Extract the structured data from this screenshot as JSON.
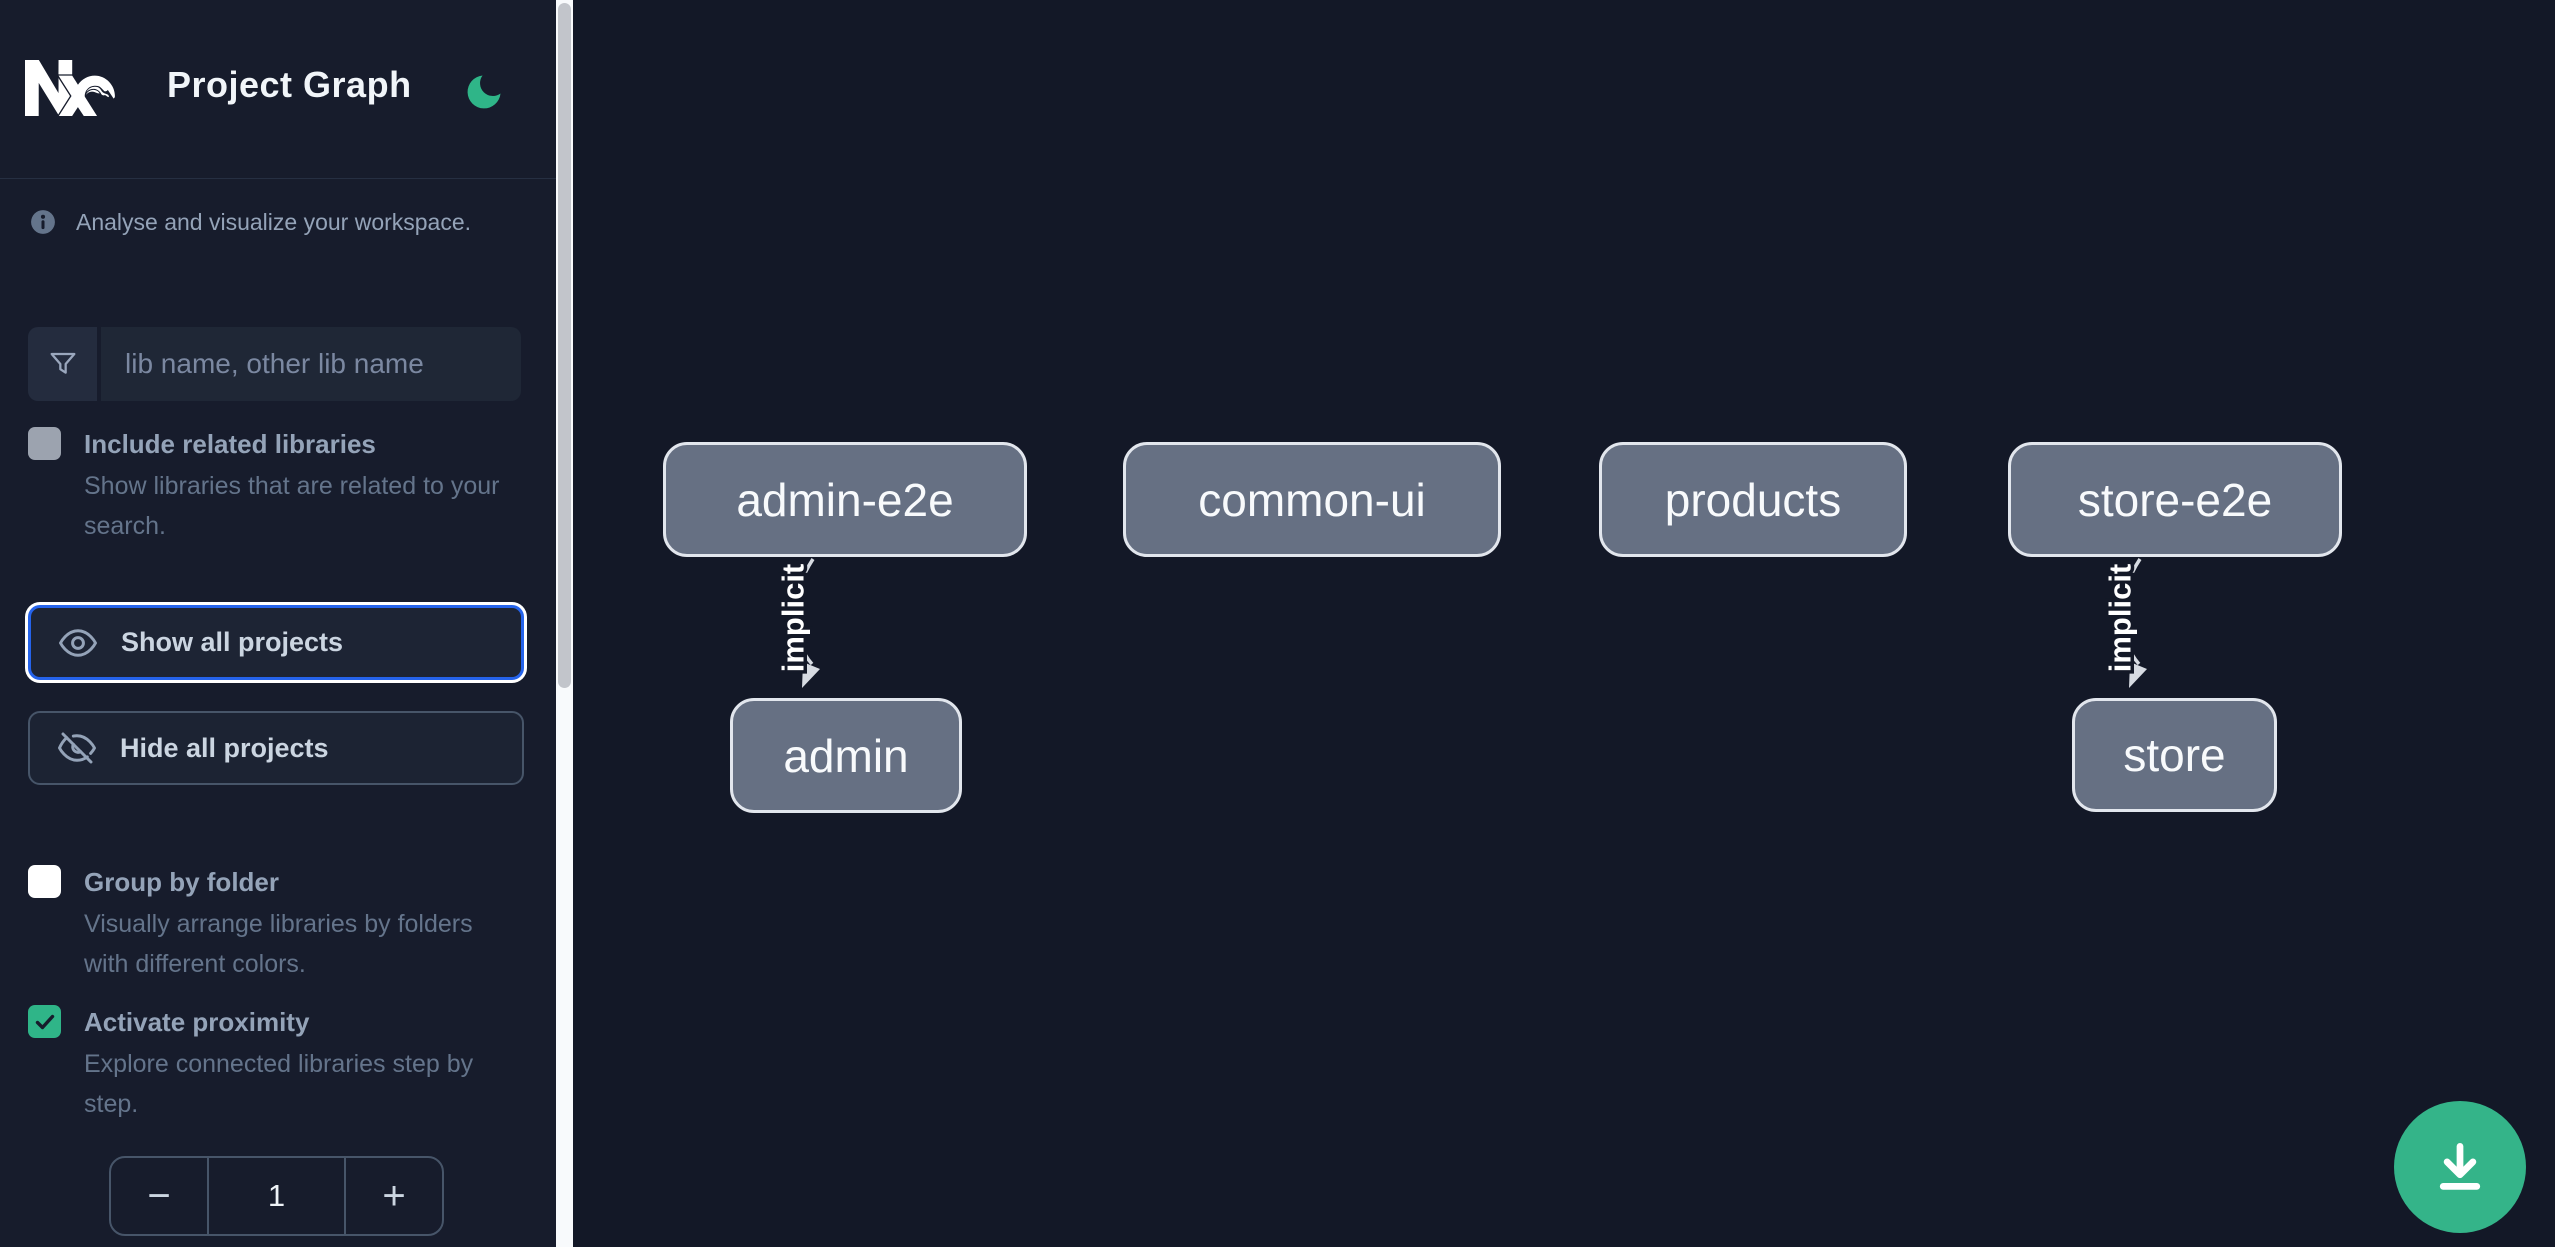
{
  "header": {
    "title": "Project Graph",
    "logo": "nx-logo",
    "theme_icon": "moon-icon"
  },
  "sidebar": {
    "info": {
      "text": "Analyse and visualize your workspace."
    },
    "search": {
      "placeholder": "lib name, other lib name",
      "value": ""
    },
    "include_related": {
      "label": "Include related libraries",
      "description": "Show libraries that are related to your search.",
      "checked": false
    },
    "show_all": {
      "label": "Show all projects"
    },
    "hide_all": {
      "label": "Hide all projects"
    },
    "group_by_folder": {
      "label": "Group by folder",
      "description": "Visually arrange libraries by folders with different colors.",
      "checked": false
    },
    "activate_proximity": {
      "label": "Activate proximity",
      "description": "Explore connected libraries step by step.",
      "checked": true
    },
    "proximity_stepper": {
      "decrement_label": "−",
      "value": "1",
      "increment_label": "+"
    }
  },
  "graph": {
    "nodes": [
      {
        "label": "admin-e2e"
      },
      {
        "label": "common-ui"
      },
      {
        "label": "products"
      },
      {
        "label": "store-e2e"
      },
      {
        "label": "admin"
      },
      {
        "label": "store"
      }
    ],
    "edges": [
      {
        "source": "admin-e2e",
        "target": "admin",
        "label": "implicit"
      },
      {
        "source": "store-e2e",
        "target": "store",
        "label": "implicit"
      }
    ]
  },
  "fab": {
    "icon": "download-icon"
  },
  "colors": {
    "accent_green": "#2fb588",
    "fab_green": "#34b489",
    "focus_blue": "#2563eb",
    "node_fill": "#667083",
    "canvas_bg": "#131827",
    "sidebar_bg": "#171c2c"
  }
}
